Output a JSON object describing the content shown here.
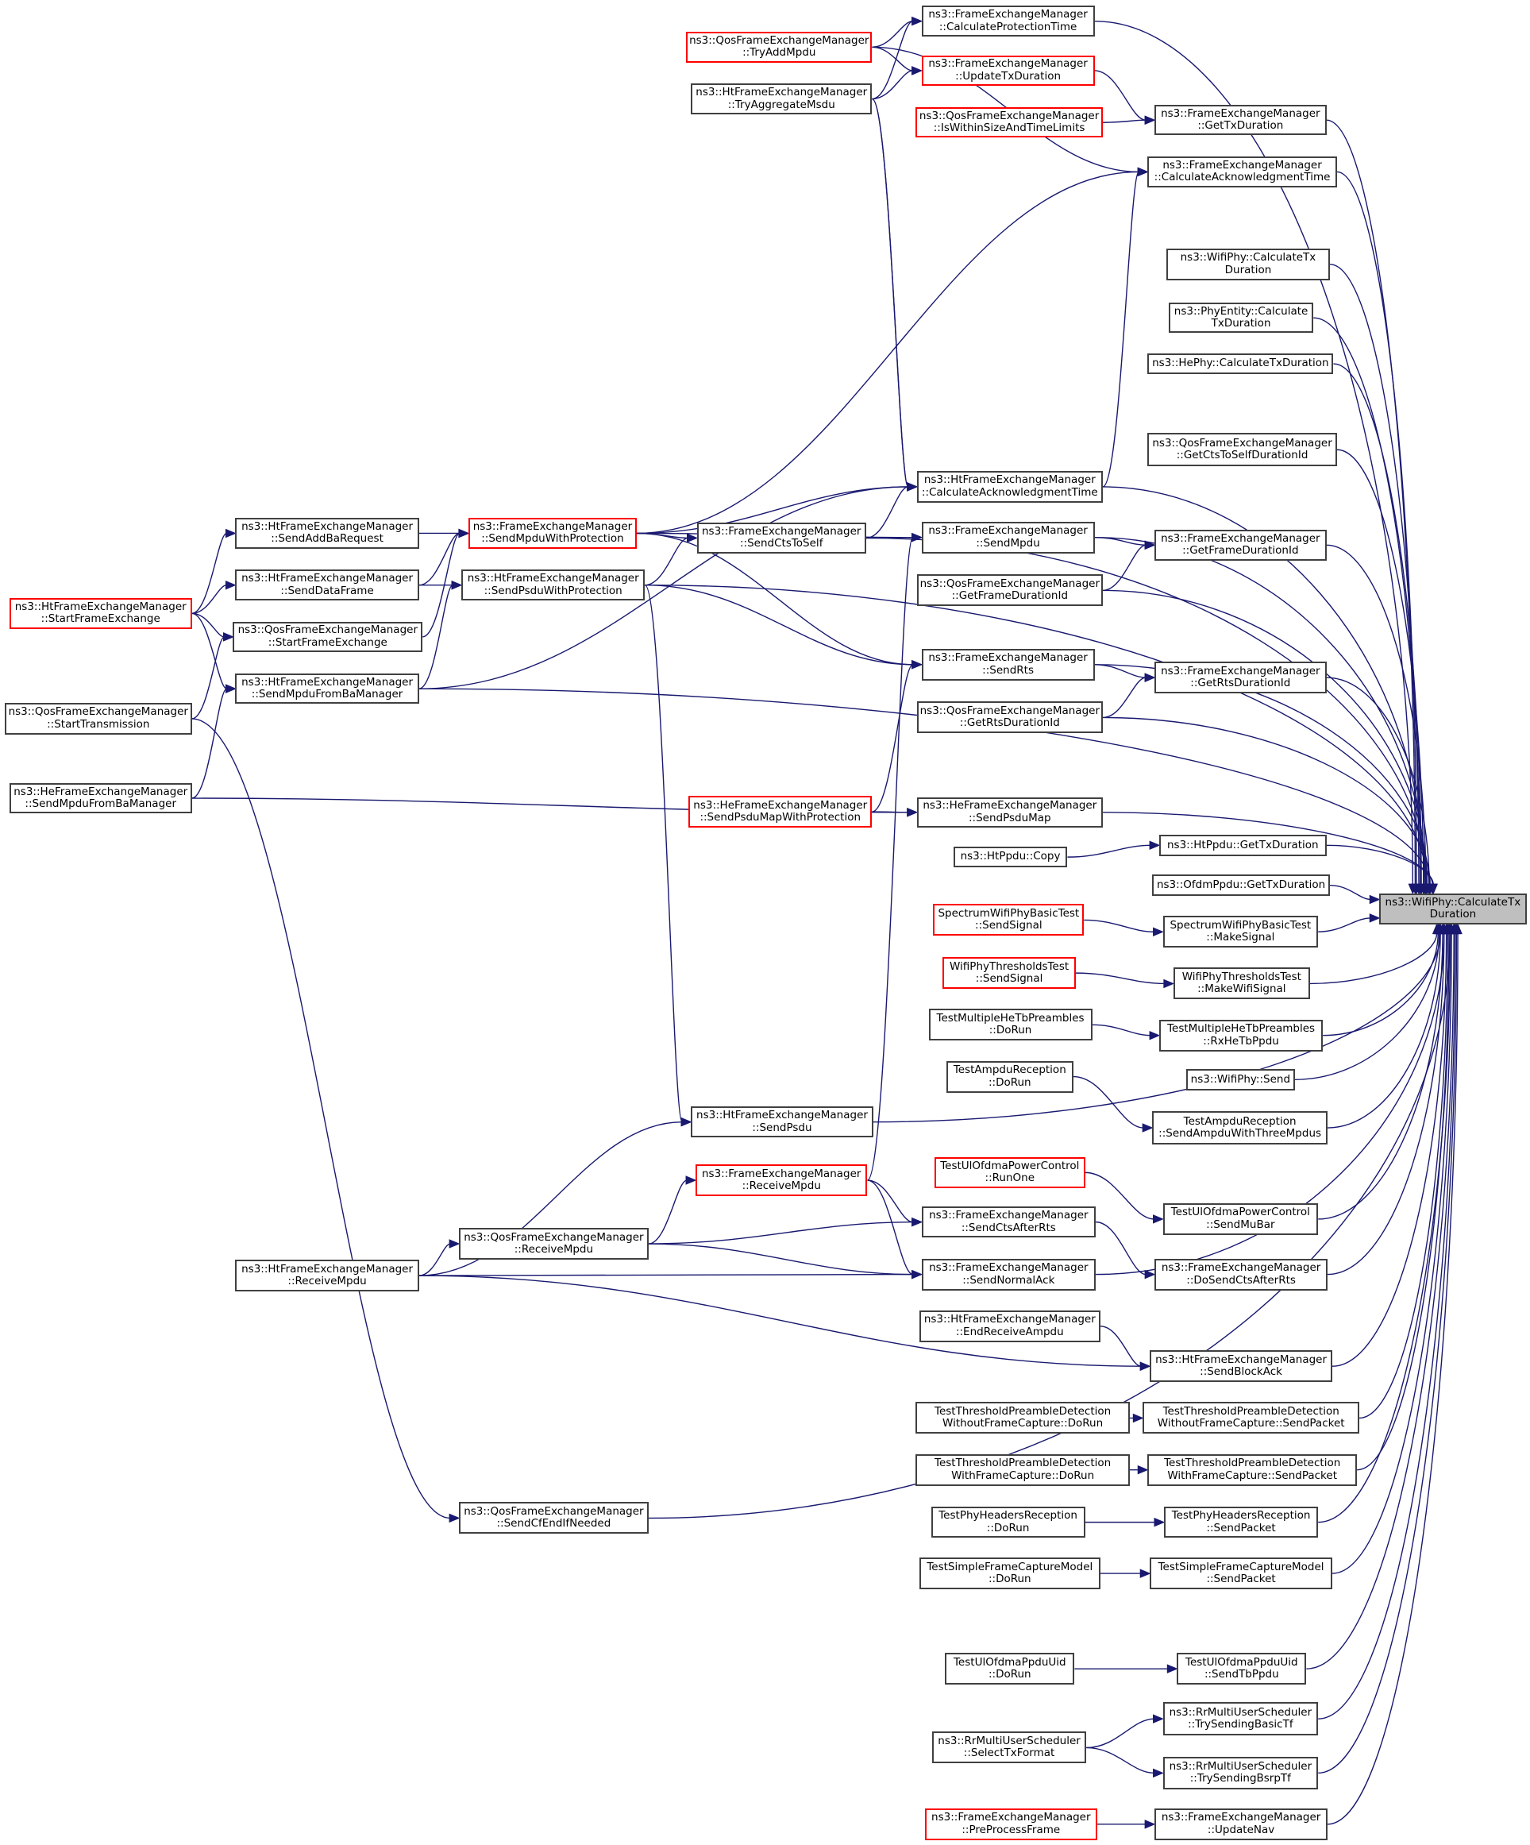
{
  "diagram": {
    "type": "doxygen-caller-graph",
    "root": "ns3::WifiPhy::CalculateTx\nDuration",
    "colors": {
      "edge": "#191970",
      "root_fill": "#bfbfbf",
      "truncated_border": "#ff0000",
      "border": "#404040"
    },
    "nodes": [
      {
        "id": "root",
        "label": "ns3::WifiPhy::CalculateTx\nDuration",
        "style": "root"
      },
      {
        "id": "calcProt",
        "label": "ns3::FrameExchangeManager\n::CalculateProtectionTime",
        "style": "normal"
      },
      {
        "id": "qosTryAdd",
        "label": "ns3::QosFrameExchangeManager\n::TryAddMpdu",
        "style": "red"
      },
      {
        "id": "updTx",
        "label": "ns3::FrameExchangeManager\n::UpdateTxDuration",
        "style": "red"
      },
      {
        "id": "htTryAgg",
        "label": "ns3::HtFrameExchangeManager\n::TryAggregateMsdu",
        "style": "normal"
      },
      {
        "id": "qosWithin",
        "label": "ns3::QosFrameExchangeManager\n::IsWithinSizeAndTimeLimits",
        "style": "red"
      },
      {
        "id": "getTx",
        "label": "ns3::FrameExchangeManager\n::GetTxDuration",
        "style": "normal"
      },
      {
        "id": "calcAck",
        "label": "ns3::FrameExchangeManager\n::CalculateAcknowledgmentTime",
        "style": "normal"
      },
      {
        "id": "wifiCalcTx",
        "label": "ns3::WifiPhy::CalculateTx\nDuration",
        "style": "normal"
      },
      {
        "id": "phyEnt",
        "label": "ns3::PhyEntity::Calculate\nTxDuration",
        "style": "normal"
      },
      {
        "id": "hePhy",
        "label": "ns3::HePhy::CalculateTxDuration",
        "style": "normal"
      },
      {
        "id": "qosCtsSelf",
        "label": "ns3::QosFrameExchangeManager\n::GetCtsToSelfDurationId",
        "style": "normal"
      },
      {
        "id": "htCalcAck",
        "label": "ns3::HtFrameExchangeManager\n::CalculateAcknowledgmentTime",
        "style": "normal"
      },
      {
        "id": "htSendAddBa",
        "label": "ns3::HtFrameExchangeManager\n::SendAddBaRequest",
        "style": "normal"
      },
      {
        "id": "sendMpduProt",
        "label": "ns3::FrameExchangeManager\n::SendMpduWithProtection",
        "style": "red"
      },
      {
        "id": "sendCtsSelf",
        "label": "ns3::FrameExchangeManager\n::SendCtsToSelf",
        "style": "normal"
      },
      {
        "id": "sendMpdu",
        "label": "ns3::FrameExchangeManager\n::SendMpdu",
        "style": "normal"
      },
      {
        "id": "getFrameDur",
        "label": "ns3::FrameExchangeManager\n::GetFrameDurationId",
        "style": "normal"
      },
      {
        "id": "htStartFE",
        "label": "ns3::HtFrameExchangeManager\n::StartFrameExchange",
        "style": "red"
      },
      {
        "id": "htSendData",
        "label": "ns3::HtFrameExchangeManager\n::SendDataFrame",
        "style": "normal"
      },
      {
        "id": "htSendPsduProt",
        "label": "ns3::HtFrameExchangeManager\n::SendPsduWithProtection",
        "style": "normal"
      },
      {
        "id": "qosGetFrameDur",
        "label": "ns3::QosFrameExchangeManager\n::GetFrameDurationId",
        "style": "normal"
      },
      {
        "id": "qosStartFE",
        "label": "ns3::QosFrameExchangeManager\n::StartFrameExchange",
        "style": "normal"
      },
      {
        "id": "htSendMpduBa",
        "label": "ns3::HtFrameExchangeManager\n::SendMpduFromBaManager",
        "style": "normal"
      },
      {
        "id": "sendRts",
        "label": "ns3::FrameExchangeManager\n::SendRts",
        "style": "normal"
      },
      {
        "id": "getRtsDur",
        "label": "ns3::FrameExchangeManager\n::GetRtsDurationId",
        "style": "normal"
      },
      {
        "id": "qosStartTx",
        "label": "ns3::QosFrameExchangeManager\n::StartTransmission",
        "style": "normal"
      },
      {
        "id": "qosGetRtsDur",
        "label": "ns3::QosFrameExchangeManager\n::GetRtsDurationId",
        "style": "normal"
      },
      {
        "id": "heSendMpduBa",
        "label": "ns3::HeFrameExchangeManager\n::SendMpduFromBaManager",
        "style": "normal"
      },
      {
        "id": "heSendPsduMapProt",
        "label": "ns3::HeFrameExchangeManager\n::SendPsduMapWithProtection",
        "style": "red"
      },
      {
        "id": "heSendPsduMap",
        "label": "ns3::HeFrameExchangeManager\n::SendPsduMap",
        "style": "normal"
      },
      {
        "id": "htPpduCopy",
        "label": "ns3::HtPpdu::Copy",
        "style": "normal"
      },
      {
        "id": "htPpduGetTx",
        "label": "ns3::HtPpdu::GetTxDuration",
        "style": "normal"
      },
      {
        "id": "ofdmPpduGetTx",
        "label": "ns3::OfdmPpdu::GetTxDuration",
        "style": "normal"
      },
      {
        "id": "specSendSig",
        "label": "SpectrumWifiPhyBasicTest\n::SendSignal",
        "style": "red"
      },
      {
        "id": "specMakeSig",
        "label": "SpectrumWifiPhyBasicTest\n::MakeSignal",
        "style": "normal"
      },
      {
        "id": "thrSendSig",
        "label": "WifiPhyThresholdsTest\n::SendSignal",
        "style": "red"
      },
      {
        "id": "thrMakeSig",
        "label": "WifiPhyThresholdsTest\n::MakeWifiSignal",
        "style": "normal"
      },
      {
        "id": "multiDoRun",
        "label": "TestMultipleHeTbPreambles\n::DoRun",
        "style": "normal"
      },
      {
        "id": "multiRx",
        "label": "TestMultipleHeTbPreambles\n::RxHeTbPpdu",
        "style": "normal"
      },
      {
        "id": "wifiSend",
        "label": "ns3::WifiPhy::Send",
        "style": "normal"
      },
      {
        "id": "ampduDoRun",
        "label": "TestAmpduReception\n::DoRun",
        "style": "normal"
      },
      {
        "id": "ampduSend3",
        "label": "TestAmpduReception\n::SendAmpduWithThreeMpdus",
        "style": "normal"
      },
      {
        "id": "htSendPsdu",
        "label": "ns3::HtFrameExchangeManager\n::SendPsdu",
        "style": "normal"
      },
      {
        "id": "feRecvMpdu",
        "label": "ns3::FrameExchangeManager\n::ReceiveMpdu",
        "style": "red"
      },
      {
        "id": "ulRunOne",
        "label": "TestUlOfdmaPowerControl\n::RunOne",
        "style": "red"
      },
      {
        "id": "ulSendMuBar",
        "label": "TestUlOfdmaPowerControl\n::SendMuBar",
        "style": "normal"
      },
      {
        "id": "sendCtsAfterRts",
        "label": "ns3::FrameExchangeManager\n::SendCtsAfterRts",
        "style": "normal"
      },
      {
        "id": "qosRecvMpdu",
        "label": "ns3::QosFrameExchangeManager\n::ReceiveMpdu",
        "style": "normal"
      },
      {
        "id": "htRecvMpdu",
        "label": "ns3::HtFrameExchangeManager\n::ReceiveMpdu",
        "style": "normal"
      },
      {
        "id": "sendNormalAck",
        "label": "ns3::FrameExchangeManager\n::SendNormalAck",
        "style": "normal"
      },
      {
        "id": "doSendCts",
        "label": "ns3::FrameExchangeManager\n::DoSendCtsAfterRts",
        "style": "normal"
      },
      {
        "id": "htEndRecvAmpdu",
        "label": "ns3::HtFrameExchangeManager\n::EndReceiveAmpdu",
        "style": "normal"
      },
      {
        "id": "htSendBlockAck",
        "label": "ns3::HtFrameExchangeManager\n::SendBlockAck",
        "style": "normal"
      },
      {
        "id": "tpdWoDoRun",
        "label": "TestThresholdPreambleDetection\nWithoutFrameCapture::DoRun",
        "style": "normal"
      },
      {
        "id": "tpdWoSend",
        "label": "TestThresholdPreambleDetection\nWithoutFrameCapture::SendPacket",
        "style": "normal"
      },
      {
        "id": "tpdWDoRun",
        "label": "TestThresholdPreambleDetection\nWithFrameCapture::DoRun",
        "style": "normal"
      },
      {
        "id": "tpdWSend",
        "label": "TestThresholdPreambleDetection\nWithFrameCapture::SendPacket",
        "style": "normal"
      },
      {
        "id": "qosSendCfEnd",
        "label": "ns3::QosFrameExchangeManager\n::SendCfEndIfNeeded",
        "style": "normal"
      },
      {
        "id": "phyHdrDoRun",
        "label": "TestPhyHeadersReception\n::DoRun",
        "style": "normal"
      },
      {
        "id": "phyHdrSend",
        "label": "TestPhyHeadersReception\n::SendPacket",
        "style": "normal"
      },
      {
        "id": "sfcDoRun",
        "label": "TestSimpleFrameCaptureModel\n::DoRun",
        "style": "normal"
      },
      {
        "id": "sfcSend",
        "label": "TestSimpleFrameCaptureModel\n::SendPacket",
        "style": "normal"
      },
      {
        "id": "ulUidDoRun",
        "label": "TestUlOfdmaPpduUid\n::DoRun",
        "style": "normal"
      },
      {
        "id": "ulUidSendTb",
        "label": "TestUlOfdmaPpduUid\n::SendTbPpdu",
        "style": "normal"
      },
      {
        "id": "rrBasicTf",
        "label": "ns3::RrMultiUserScheduler\n::TrySendingBasicTf",
        "style": "normal"
      },
      {
        "id": "rrSelectTx",
        "label": "ns3::RrMultiUserScheduler\n::SelectTxFormat",
        "style": "normal"
      },
      {
        "id": "rrBsrpTf",
        "label": "ns3::RrMultiUserScheduler\n::TrySendingBsrpTf",
        "style": "normal"
      },
      {
        "id": "preProc",
        "label": "ns3::FrameExchangeManager\n::PreProcessFrame",
        "style": "red"
      },
      {
        "id": "updNav",
        "label": "ns3::FrameExchangeManager\n::UpdateNav",
        "style": "normal"
      }
    ],
    "edges": [
      [
        "calcProt",
        "root"
      ],
      [
        "getTx",
        "root"
      ],
      [
        "calcAck",
        "root"
      ],
      [
        "wifiCalcTx",
        "root"
      ],
      [
        "phyEnt",
        "root"
      ],
      [
        "hePhy",
        "root"
      ],
      [
        "qosCtsSelf",
        "root"
      ],
      [
        "htCalcAck",
        "root"
      ],
      [
        "sendMpdu",
        "root"
      ],
      [
        "getFrameDur",
        "root"
      ],
      [
        "qosGetFrameDur",
        "root"
      ],
      [
        "sendRts",
        "root"
      ],
      [
        "getRtsDur",
        "root"
      ],
      [
        "qosGetRtsDur",
        "root"
      ],
      [
        "htSendMpduBa",
        "root"
      ],
      [
        "heSendPsduMap",
        "root"
      ],
      [
        "htPpduGetTx",
        "root"
      ],
      [
        "ofdmPpduGetTx",
        "root"
      ],
      [
        "specMakeSig",
        "root"
      ],
      [
        "thrMakeSig",
        "root"
      ],
      [
        "multiRx",
        "root"
      ],
      [
        "wifiSend",
        "root"
      ],
      [
        "ampduSend3",
        "root"
      ],
      [
        "htSendPsdu",
        "root"
      ],
      [
        "ulSendMuBar",
        "root"
      ],
      [
        "doSendCts",
        "root"
      ],
      [
        "sendNormalAck",
        "root"
      ],
      [
        "htSendBlockAck",
        "root"
      ],
      [
        "tpdWoSend",
        "root"
      ],
      [
        "tpdWSend",
        "root"
      ],
      [
        "phyHdrSend",
        "root"
      ],
      [
        "sfcSend",
        "root"
      ],
      [
        "qosSendCfEnd",
        "root"
      ],
      [
        "ulUidSendTb",
        "root"
      ],
      [
        "rrBasicTf",
        "root"
      ],
      [
        "rrBsrpTf",
        "root"
      ],
      [
        "updNav",
        "root"
      ],
      [
        "sendCtsSelf",
        "root"
      ],
      [
        "htSendPsduProt",
        "root"
      ],
      [
        "qosTryAdd",
        "calcProt"
      ],
      [
        "htTryAgg",
        "calcProt"
      ],
      [
        "qosTryAdd",
        "updTx"
      ],
      [
        "htTryAgg",
        "updTx"
      ],
      [
        "updTx",
        "getTx"
      ],
      [
        "qosWithin",
        "getTx"
      ],
      [
        "qosTryAdd",
        "calcAck"
      ],
      [
        "htCalcAck",
        "calcAck"
      ],
      [
        "sendMpduProt",
        "calcAck"
      ],
      [
        "htTryAgg",
        "htCalcAck"
      ],
      [
        "sendMpduProt",
        "htCalcAck"
      ],
      [
        "sendCtsSelf",
        "htCalcAck"
      ],
      [
        "htSendAddBa",
        "sendMpduProt"
      ],
      [
        "htSendData",
        "sendMpduProt"
      ],
      [
        "qosStartFE",
        "sendMpduProt"
      ],
      [
        "sendMpduProt",
        "sendCtsSelf"
      ],
      [
        "htSendPsduProt",
        "sendCtsSelf"
      ],
      [
        "sendMpduProt",
        "sendMpdu"
      ],
      [
        "sendCtsSelf",
        "sendMpdu"
      ],
      [
        "feRecvMpdu",
        "sendMpdu"
      ],
      [
        "sendMpdu",
        "getFrameDur"
      ],
      [
        "qosGetFrameDur",
        "getFrameDur"
      ],
      [
        "htStartFE",
        "htSendAddBa"
      ],
      [
        "htStartFE",
        "htSendData"
      ],
      [
        "htStartFE",
        "qosStartFE"
      ],
      [
        "htStartFE",
        "htSendMpduBa"
      ],
      [
        "htSendData",
        "htSendPsduProt"
      ],
      [
        "htSendMpduBa",
        "htSendPsduProt"
      ],
      [
        "htSendMpduBa",
        "htCalcAck"
      ],
      [
        "qosStartTx",
        "qosStartFE"
      ],
      [
        "heSendMpduBa",
        "htSendMpduBa"
      ],
      [
        "sendMpduProt",
        "sendRts"
      ],
      [
        "htSendPsduProt",
        "sendRts"
      ],
      [
        "heSendPsduMapProt",
        "sendRts"
      ],
      [
        "sendRts",
        "getRtsDur"
      ],
      [
        "qosGetRtsDur",
        "getRtsDur"
      ],
      [
        "heSendPsduMapProt",
        "heSendPsduMap"
      ],
      [
        "heSendMpduBa",
        "heSendPsduMap"
      ],
      [
        "htPpduCopy",
        "htPpduGetTx"
      ],
      [
        "specSendSig",
        "specMakeSig"
      ],
      [
        "thrSendSig",
        "thrMakeSig"
      ],
      [
        "multiDoRun",
        "multiRx"
      ],
      [
        "ampduDoRun",
        "ampduSend3"
      ],
      [
        "htSendPsduProt",
        "htSendPsdu"
      ],
      [
        "htTryAgg",
        "htCalcAck"
      ],
      [
        "htRecvMpdu",
        "htSendPsdu"
      ],
      [
        "qosRecvMpdu",
        "feRecvMpdu"
      ],
      [
        "feRecvMpdu",
        "sendCtsAfterRts"
      ],
      [
        "feRecvMpdu",
        "sendNormalAck"
      ],
      [
        "qosRecvMpdu",
        "sendCtsAfterRts"
      ],
      [
        "qosRecvMpdu",
        "sendNormalAck"
      ],
      [
        "htRecvMpdu",
        "qosRecvMpdu"
      ],
      [
        "htRecvMpdu",
        "sendNormalAck"
      ],
      [
        "htRecvMpdu",
        "htSendBlockAck"
      ],
      [
        "htEndRecvAmpdu",
        "htSendBlockAck"
      ],
      [
        "ulRunOne",
        "ulSendMuBar"
      ],
      [
        "sendCtsAfterRts",
        "doSendCts"
      ],
      [
        "tpdWoDoRun",
        "tpdWoSend"
      ],
      [
        "tpdWDoRun",
        "tpdWSend"
      ],
      [
        "qosStartTx",
        "qosSendCfEnd"
      ],
      [
        "phyHdrDoRun",
        "phyHdrSend"
      ],
      [
        "sfcDoRun",
        "sfcSend"
      ],
      [
        "ulUidDoRun",
        "ulUidSendTb"
      ],
      [
        "rrSelectTx",
        "rrBasicTf"
      ],
      [
        "rrSelectTx",
        "rrBsrpTf"
      ],
      [
        "preProc",
        "updNav"
      ]
    ]
  }
}
